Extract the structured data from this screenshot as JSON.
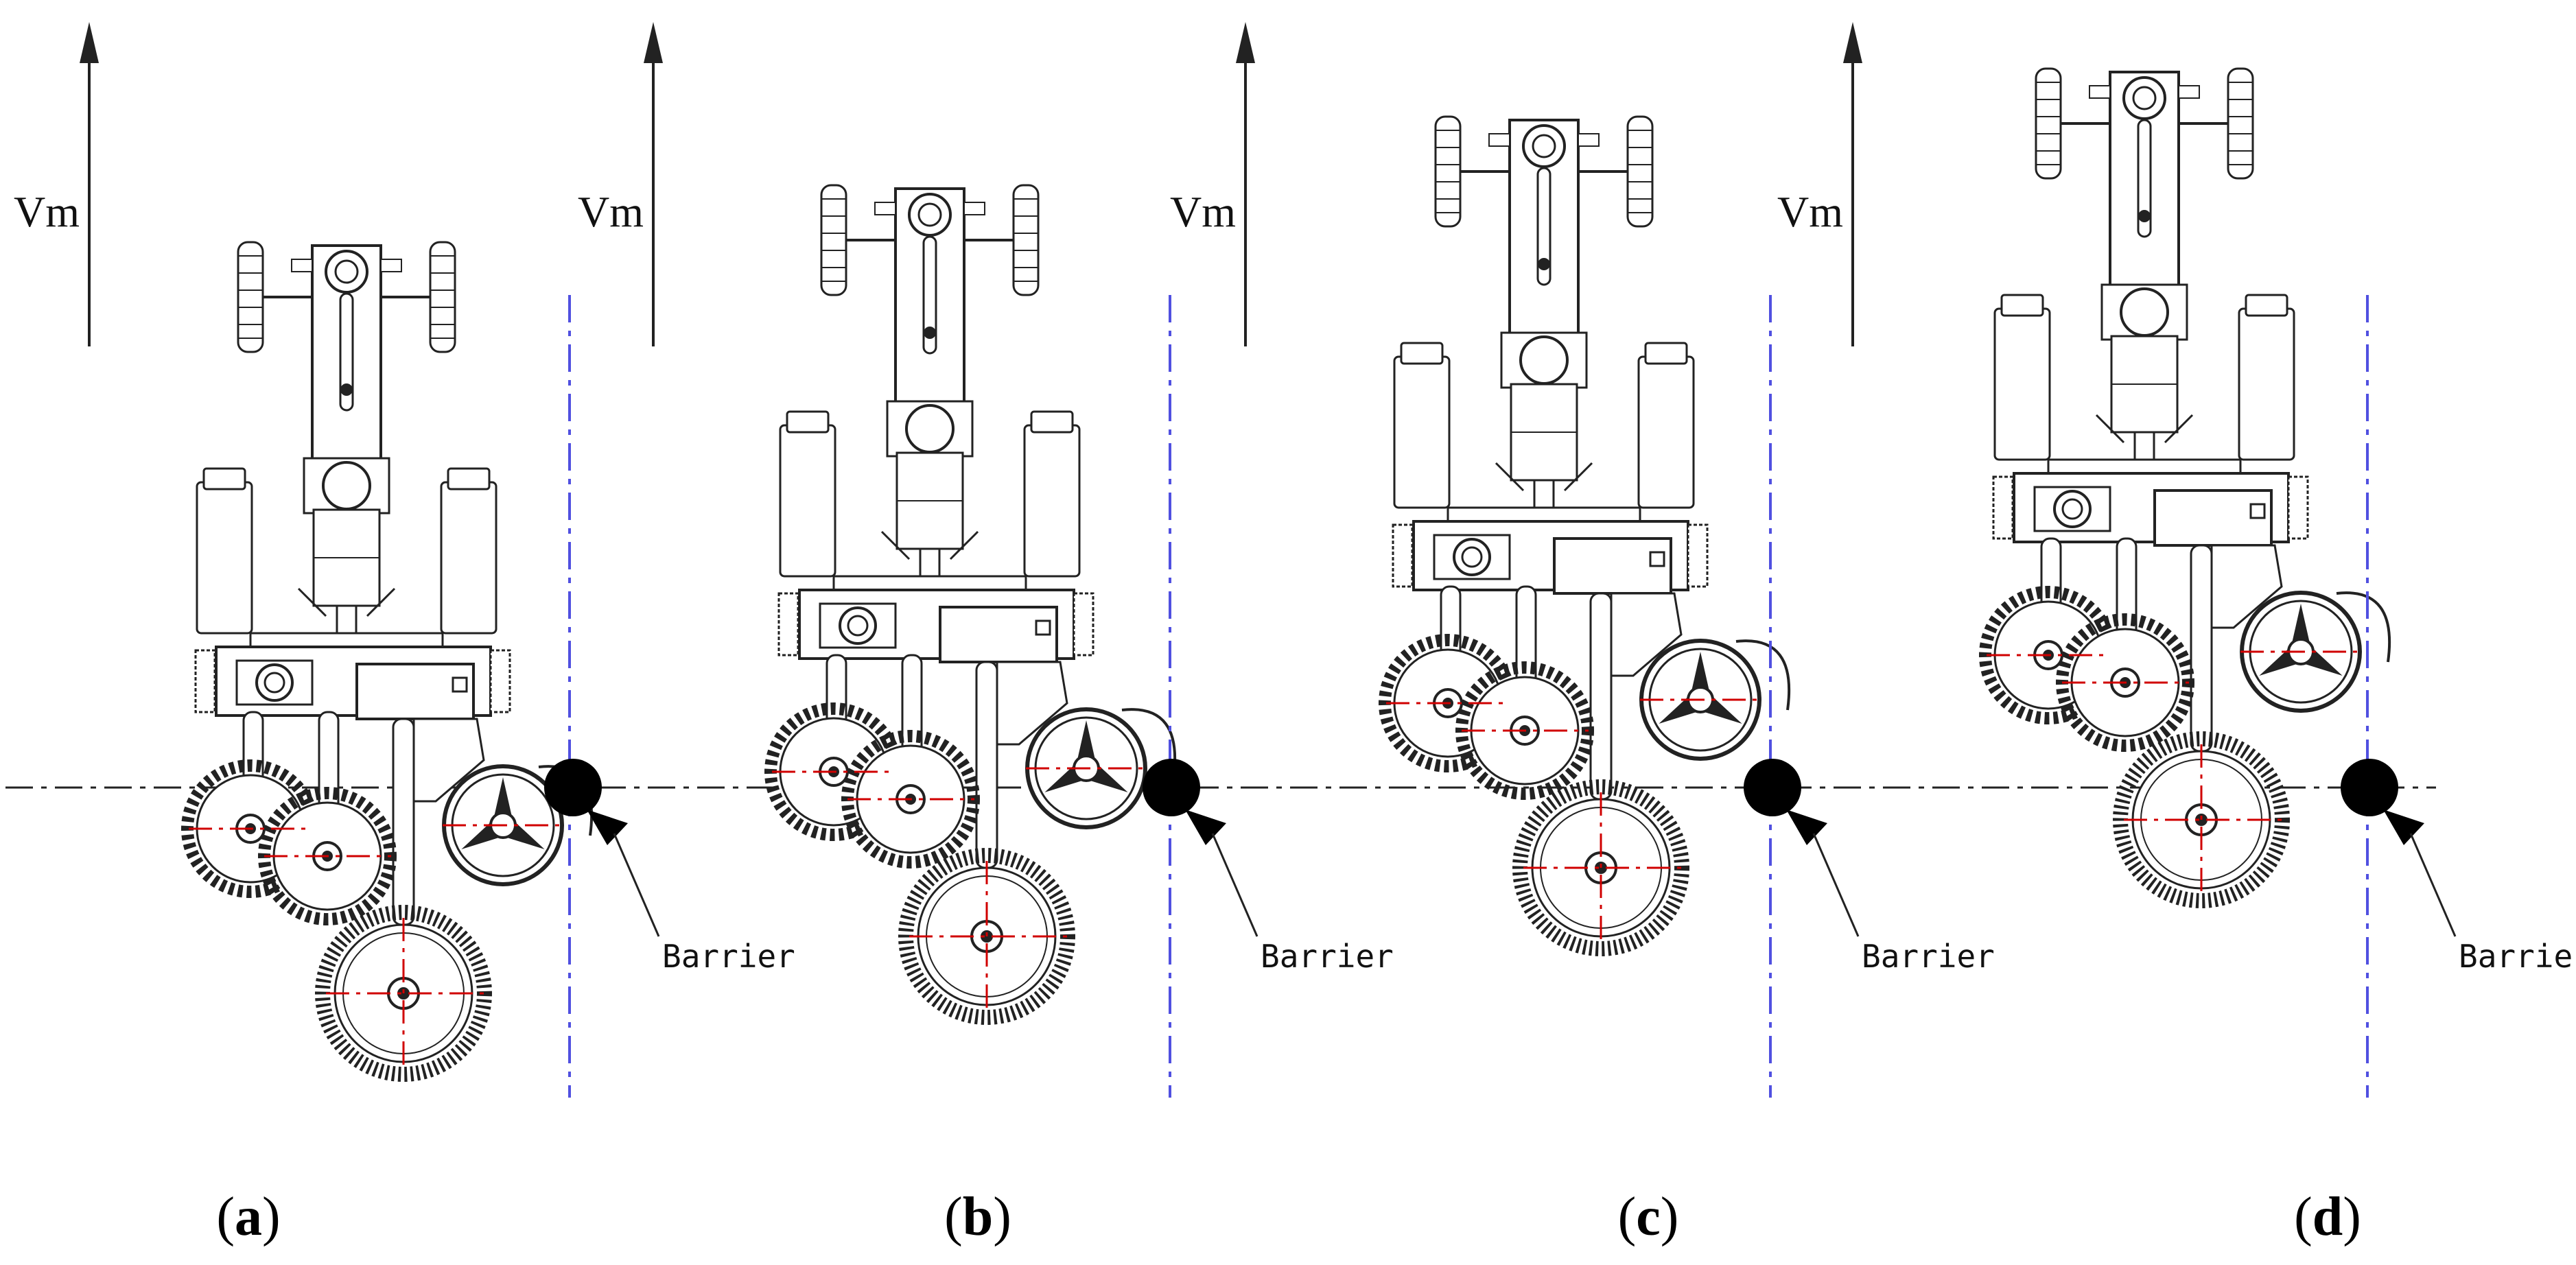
{
  "figure": {
    "velocity_label": "Vm",
    "barrier_label": "Barrier",
    "panels": [
      {
        "caption_letter": "a"
      },
      {
        "caption_letter": "b"
      },
      {
        "caption_letter": "c"
      },
      {
        "caption_letter": "d"
      }
    ]
  },
  "colors": {
    "line": "#222222",
    "centerline": "#d00000",
    "barrier_line": "#5050e0",
    "barrier_fill": "#000000"
  }
}
